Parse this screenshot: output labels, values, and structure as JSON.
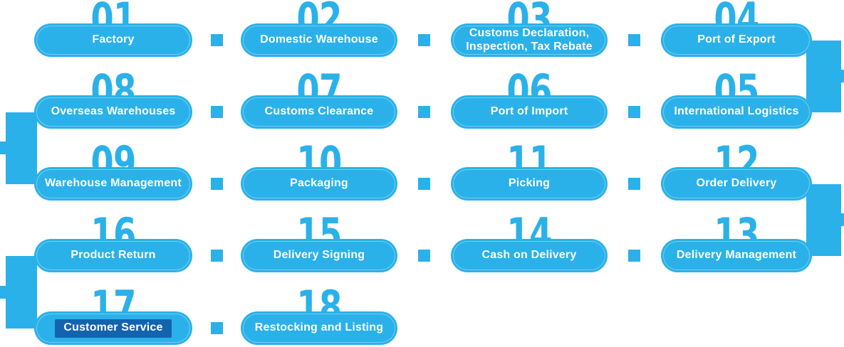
{
  "colors": {
    "primary": "#2AB1E9",
    "highlight": "#1463AF",
    "label_text": "#FFFFFF"
  },
  "steps": [
    {
      "number": "01",
      "label": "Factory",
      "row": 0,
      "col": 0,
      "highlighted": false
    },
    {
      "number": "02",
      "label": "Domestic Warehouse",
      "row": 0,
      "col": 1,
      "highlighted": false
    },
    {
      "number": "03",
      "label": "Customs Declaration, Inspection, Tax Rebate",
      "row": 0,
      "col": 2,
      "highlighted": false
    },
    {
      "number": "04",
      "label": "Port of Export",
      "row": 0,
      "col": 3,
      "highlighted": false
    },
    {
      "number": "05",
      "label": "International Logistics",
      "row": 1,
      "col": 3,
      "highlighted": false
    },
    {
      "number": "06",
      "label": "Port of Import",
      "row": 1,
      "col": 2,
      "highlighted": false
    },
    {
      "number": "07",
      "label": "Customs Clearance",
      "row": 1,
      "col": 1,
      "highlighted": false
    },
    {
      "number": "08",
      "label": "Overseas Warehouses",
      "row": 1,
      "col": 0,
      "highlighted": false
    },
    {
      "number": "09",
      "label": "Warehouse Management",
      "row": 2,
      "col": 0,
      "highlighted": false
    },
    {
      "number": "10",
      "label": "Packaging",
      "row": 2,
      "col": 1,
      "highlighted": false
    },
    {
      "number": "11",
      "label": "Picking",
      "row": 2,
      "col": 2,
      "highlighted": false
    },
    {
      "number": "12",
      "label": "Order Delivery",
      "row": 2,
      "col": 3,
      "highlighted": false
    },
    {
      "number": "13",
      "label": "Delivery Management",
      "row": 3,
      "col": 3,
      "highlighted": false
    },
    {
      "number": "14",
      "label": "Cash on Delivery",
      "row": 3,
      "col": 2,
      "highlighted": false
    },
    {
      "number": "15",
      "label": "Delivery Signing",
      "row": 3,
      "col": 1,
      "highlighted": false
    },
    {
      "number": "16",
      "label": "Product Return",
      "row": 3,
      "col": 0,
      "highlighted": false
    },
    {
      "number": "17",
      "label": "Customer Service",
      "row": 4,
      "col": 0,
      "highlighted": true
    },
    {
      "number": "18",
      "label": "Restocking and Listing",
      "row": 4,
      "col": 1,
      "highlighted": false
    }
  ],
  "vertical_connectors": [
    {
      "side": "right",
      "from_row": 0,
      "to_row": 1
    },
    {
      "side": "left",
      "from_row": 1,
      "to_row": 2
    },
    {
      "side": "right",
      "from_row": 2,
      "to_row": 3
    },
    {
      "side": "left",
      "from_row": 3,
      "to_row": 4
    }
  ]
}
